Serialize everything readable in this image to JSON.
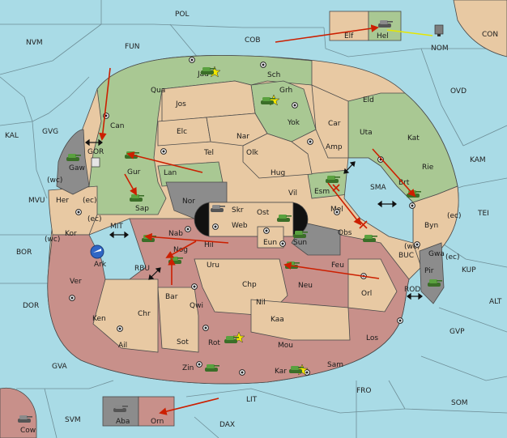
{
  "colors": {
    "sea": "#a9dbe6",
    "green_power": "#a9c893",
    "tan_power": "#e8c9a3",
    "red_power": "#c8908a",
    "neutral_dark": "#8c8c8c",
    "order_arrow": "#cc1f00",
    "support_line": "#e6e600",
    "unit_green": "#4e8f36",
    "unit_grey": "#7d7d7d",
    "unit_blue": "#2f66c5"
  },
  "icons": {
    "army": "tank-icon",
    "fleet": "boat-icon",
    "supply_center": "supply-center-dot-icon",
    "home_marker": "star-icon",
    "convoy_link": "double-arrow-icon",
    "move_order": "arrow-icon"
  },
  "sea_regions": {
    "pol": "POL",
    "cob": "COB",
    "nvm": "NVM",
    "fun": "FUN",
    "nom": "NOM",
    "con": "CON",
    "ovd": "OVD",
    "kal": "KAL",
    "gvg": "GVG",
    "kam": "KAM",
    "sma": "SMA",
    "tei": "TEI",
    "mvu": "MVU",
    "mit": "MIT",
    "bor": "BOR",
    "buc": "BUC",
    "kup": "KUP",
    "rbu": "RBU",
    "rod": "ROD",
    "dor": "DOR",
    "alt": "ALT",
    "gvp": "GVP",
    "gva": "GVA",
    "fro": "FRO",
    "som": "SOM",
    "lit": "LIT",
    "svm": "SVM",
    "dax": "DAX"
  },
  "coast_tags": {
    "wc_gaw": "(wc)",
    "ec_her": "(ec)",
    "ec_kor": "(ec)",
    "wc_kor": "(wc)",
    "ec_byn": "(ec)",
    "wc_byn": "(wc)",
    "ec_gwa": "(ec)"
  },
  "provinces": {
    "elf": "Elf",
    "hel": "Hel",
    "jad": "Jad",
    "sch": "Sch",
    "qua": "Qua",
    "jos": "Jos",
    "grh": "Grh",
    "eld": "Eld",
    "can": "Can",
    "yok": "Yok",
    "car": "Car",
    "elc": "Elc",
    "nar": "Nar",
    "uta": "Uta",
    "kat": "Kat",
    "gor": "GOR",
    "tel": "Tel",
    "olk": "Olk",
    "amp": "Amp",
    "gaw": "Gaw",
    "gur": "Gur",
    "lan": "Lan",
    "hug": "Hug",
    "rie": "Rie",
    "brt": "Brt",
    "esm": "Esm",
    "vil": "Vil",
    "her": "Her",
    "nor": "Nor",
    "skr": "Skr",
    "ost": "Ost",
    "sap": "Sap",
    "web": "Web",
    "mel": "Mel",
    "byn": "Byn",
    "kor": "Kor",
    "nab": "Nab",
    "eun": "Eun",
    "sun": "Sun",
    "obs": "Obs",
    "gwa": "Gwa",
    "hil": "Hil",
    "ark": "Ark",
    "nog": "Nog",
    "uru": "Uru",
    "feu": "Feu",
    "pir": "Pir",
    "ver": "Ver",
    "chp": "Chp",
    "neu": "Neu",
    "orl": "Orl",
    "bar": "Bar",
    "qwi": "Qwi",
    "nil": "Nil",
    "ken": "Ken",
    "chr": "Chr",
    "kaa": "Kaa",
    "los": "Los",
    "ail": "Ail",
    "sot": "Sot",
    "rot": "Rot",
    "mou": "Mou",
    "zin": "Zin",
    "kar": "Kar",
    "sam": "Sam",
    "aba": "Aba",
    "orn": "Orn",
    "cow": "Cow"
  }
}
